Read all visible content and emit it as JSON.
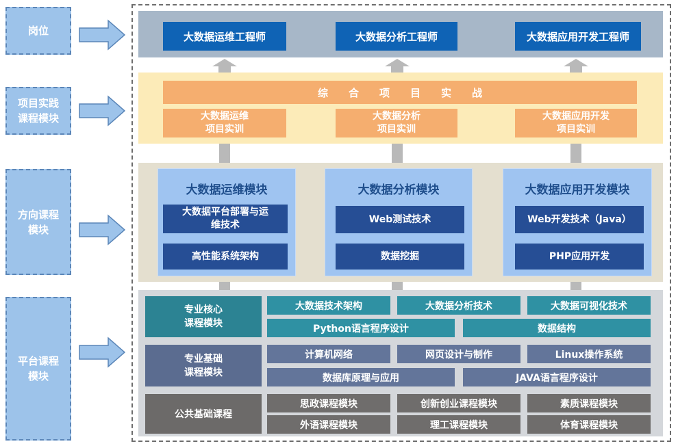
{
  "side_labels": {
    "jobs": "岗位",
    "practice": "项目实践\n课程模块",
    "direction": "方向课程\n模块",
    "platform": "平台课程\n模块"
  },
  "jobs": [
    "大数据运维工程师",
    "大数据分析工程师",
    "大数据应用开发工程师"
  ],
  "practice": {
    "combined": "综　　合　　项　　目　　实　　战",
    "items": [
      "大数据运维\n项目实训",
      "大数据分析\n项目实训",
      "大数据应用开发\n项目实训"
    ]
  },
  "direction": {
    "panels": [
      {
        "title": "大数据运维模块",
        "items": [
          "大数据平台部署与运\n维技术",
          "高性能系统架构"
        ]
      },
      {
        "title": "大数据分析模块",
        "items": [
          "Web测试技术",
          "数据挖掘"
        ]
      },
      {
        "title": "大数据应用开发模块",
        "items": [
          "Web开发技术（Java）",
          "PHP应用开发"
        ]
      }
    ]
  },
  "platform": {
    "core": {
      "label": "专业核心\n课程模块",
      "row1": [
        "大数据技术架构",
        "大数据分析技术",
        "大数据可视化技术"
      ],
      "row2": [
        "Python语言程序设计",
        "数据结构"
      ]
    },
    "basic": {
      "label": "专业基础\n课程模块",
      "row1": [
        "计算机网络",
        "网页设计与制作",
        "Linux操作系统"
      ],
      "row2": [
        "数据库原理与应用",
        "JAVA语言程序设计"
      ]
    },
    "public": {
      "label": "公共基础课程",
      "row1": [
        "思政课程模块",
        "创新创业课程模块",
        "素质课程模块"
      ],
      "row2": [
        "外语课程模块",
        "理工课程模块",
        "体育课程模块"
      ]
    }
  },
  "colors": {
    "job_blue": "#0f63b5",
    "orange": "#f5ae6f",
    "dir_dark": "#264e95",
    "teal": "#2f91a3",
    "slate": "#63759a",
    "gray": "#6f6d6c"
  }
}
